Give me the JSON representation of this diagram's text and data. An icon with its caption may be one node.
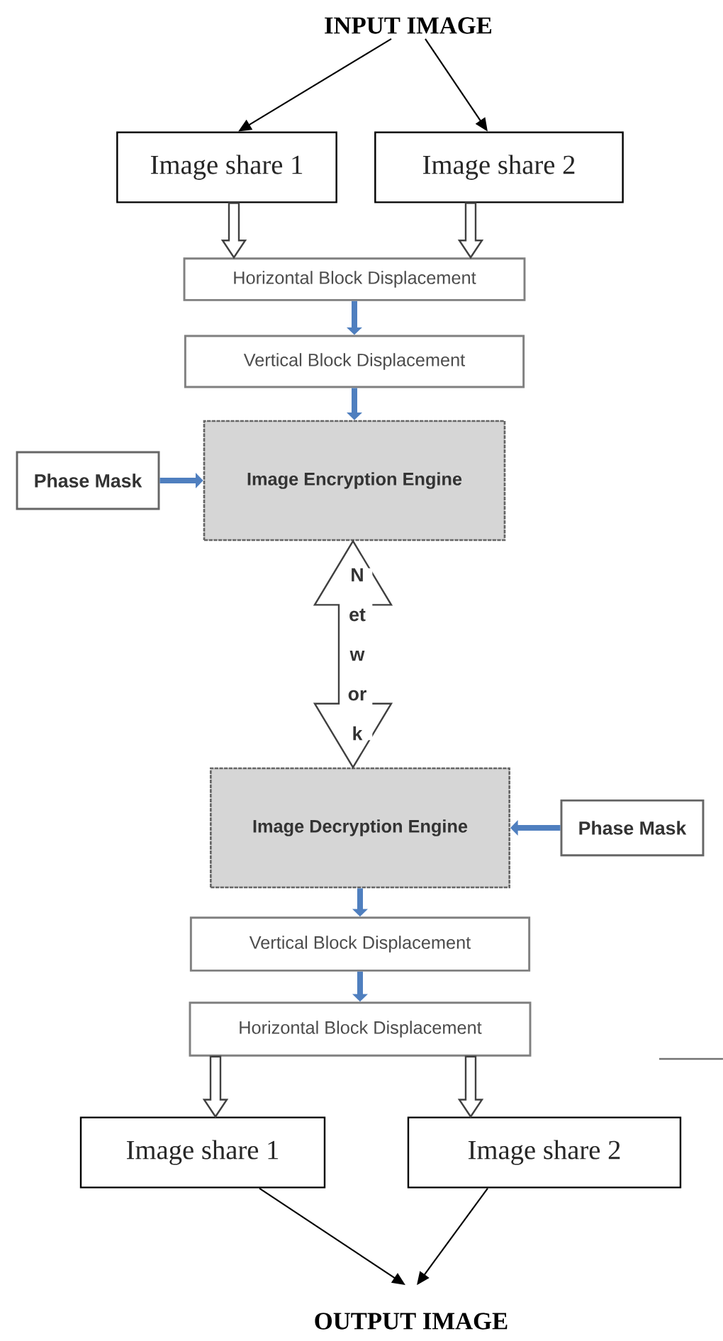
{
  "diagram": {
    "nodes": [
      {
        "text": [
          "INPUT IMAGE"
        ]
      },
      {
        "text": [
          "Image share 1"
        ]
      },
      {
        "text": [
          "Image share 2"
        ]
      },
      {
        "text": [
          "Horizontal Block Displacement"
        ]
      },
      {
        "text": [
          "Vertical Block Displacement"
        ]
      },
      {
        "text": [
          "Phase Mask"
        ]
      },
      {
        "text": [
          "Image Encryption Engine"
        ]
      },
      {
        "text": [
          "Image Decryption Engine"
        ]
      },
      {
        "text": [
          "Phase Mask"
        ]
      },
      {
        "text": [
          "Vertical Block Displacement"
        ]
      },
      {
        "text": [
          "Horizontal Block Displacement"
        ]
      },
      {
        "text": [
          "Image share 1"
        ]
      },
      {
        "text": [
          "Image share 2"
        ]
      },
      {
        "text": [
          "OUTPUT IMAGE"
        ]
      }
    ],
    "edges": [
      {
        "from": 0,
        "to": 1,
        "arrow": "to",
        "color": "#000000"
      },
      {
        "from": 0,
        "to": 2,
        "arrow": "to",
        "color": "#000000"
      },
      {
        "from": 1,
        "to": 3,
        "arrow": "to",
        "style": "thick"
      },
      {
        "from": 2,
        "to": 3,
        "arrow": "to",
        "style": "thick"
      },
      {
        "from": 3,
        "to": 4,
        "arrow": "to"
      },
      {
        "from": 4,
        "to": 6,
        "arrow": "to"
      },
      {
        "from": 5,
        "to": 6,
        "arrow": "to"
      },
      {
        "from": 6,
        "to": 7,
        "arrow": "both",
        "style": "thick",
        "label": "N et w or k"
      },
      {
        "from": 8,
        "to": 7,
        "arrow": "to"
      },
      {
        "from": 7,
        "to": 9,
        "arrow": "to"
      },
      {
        "from": 9,
        "to": 10,
        "arrow": "to"
      },
      {
        "from": 10,
        "to": 11,
        "arrow": "to",
        "style": "thick"
      },
      {
        "from": 10,
        "to": 12,
        "arrow": "to",
        "style": "thick"
      },
      {
        "from": 11,
        "to": 13,
        "arrow": "to",
        "color": "#000000"
      },
      {
        "from": 12,
        "to": 13,
        "arrow": "to",
        "color": "#000000"
      }
    ]
  }
}
